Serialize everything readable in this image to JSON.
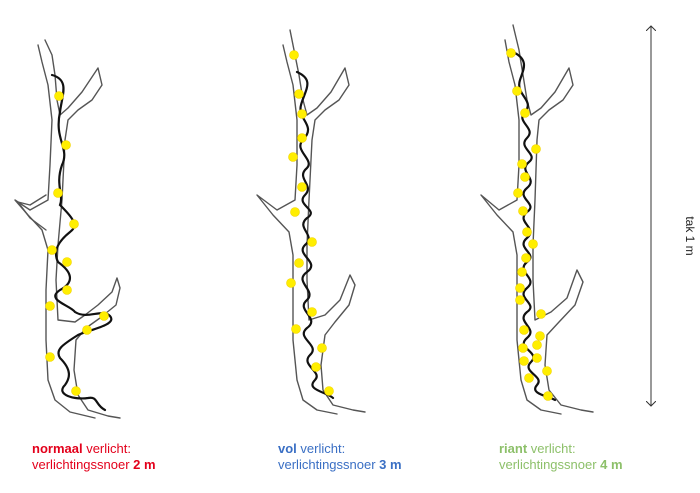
{
  "colors": {
    "normaal": "#e3001b",
    "vol": "#3a6fc4",
    "riant": "#8dc06a",
    "bulb": "#ffee00",
    "wire": "#111111",
    "branch": "#555555"
  },
  "scale_label": "tak 1 m",
  "captions": [
    {
      "keyword": "normaal",
      "line1_rest": " verlicht:",
      "line2_text": "verlichtingssnoer ",
      "line2_bold": "2 m"
    },
    {
      "keyword": "vol",
      "line1_rest": " verlicht:",
      "line2_text": "verlichtingssnoer ",
      "line2_bold": "3 m"
    },
    {
      "keyword": "riant",
      "line1_rest": " verlicht:",
      "line2_text": "verlichtingssnoer ",
      "line2_bold": "4 m"
    }
  ],
  "bulb_counts": [
    12,
    15,
    24
  ]
}
